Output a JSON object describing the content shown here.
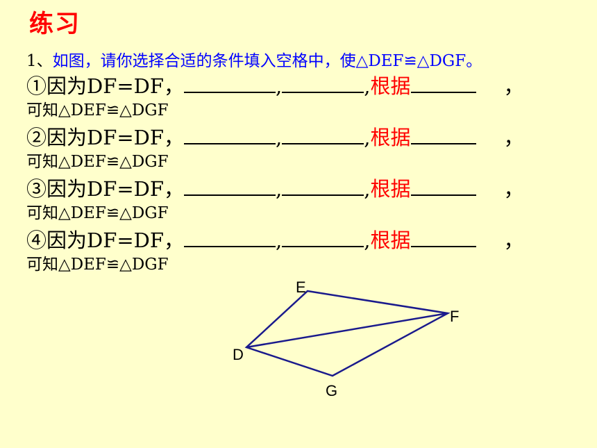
{
  "title": "练习",
  "prompt": {
    "number": "1、",
    "text": "如图，请你选择合适的条件填入空格中，使△DEF≌△DGF。"
  },
  "items": [
    {
      "start": "①因为DF=DF，",
      "comma": ",",
      "basis": "根据",
      "end": "，",
      "conclusion": "可知△DEF≌△DGF"
    },
    {
      "start": "②因为DF=DF，",
      "comma": ",",
      "basis": "根据",
      "end": "，",
      "conclusion": "可知△DEF≌△DGF"
    },
    {
      "start": "③因为DF=DF，",
      "comma": ",",
      "basis": "根据",
      "end": "，",
      "conclusion": "可知△DEF≌△DGF"
    },
    {
      "start": "④因为DF=DF，",
      "comma": ",",
      "basis": "根据",
      "end": "，",
      "conclusion": "可知△DEF≌△DGF"
    }
  ],
  "figure": {
    "stroke_color": "#1a1a8c",
    "labels": {
      "E": "E",
      "F": "F",
      "D": "D",
      "G": "G"
    }
  }
}
